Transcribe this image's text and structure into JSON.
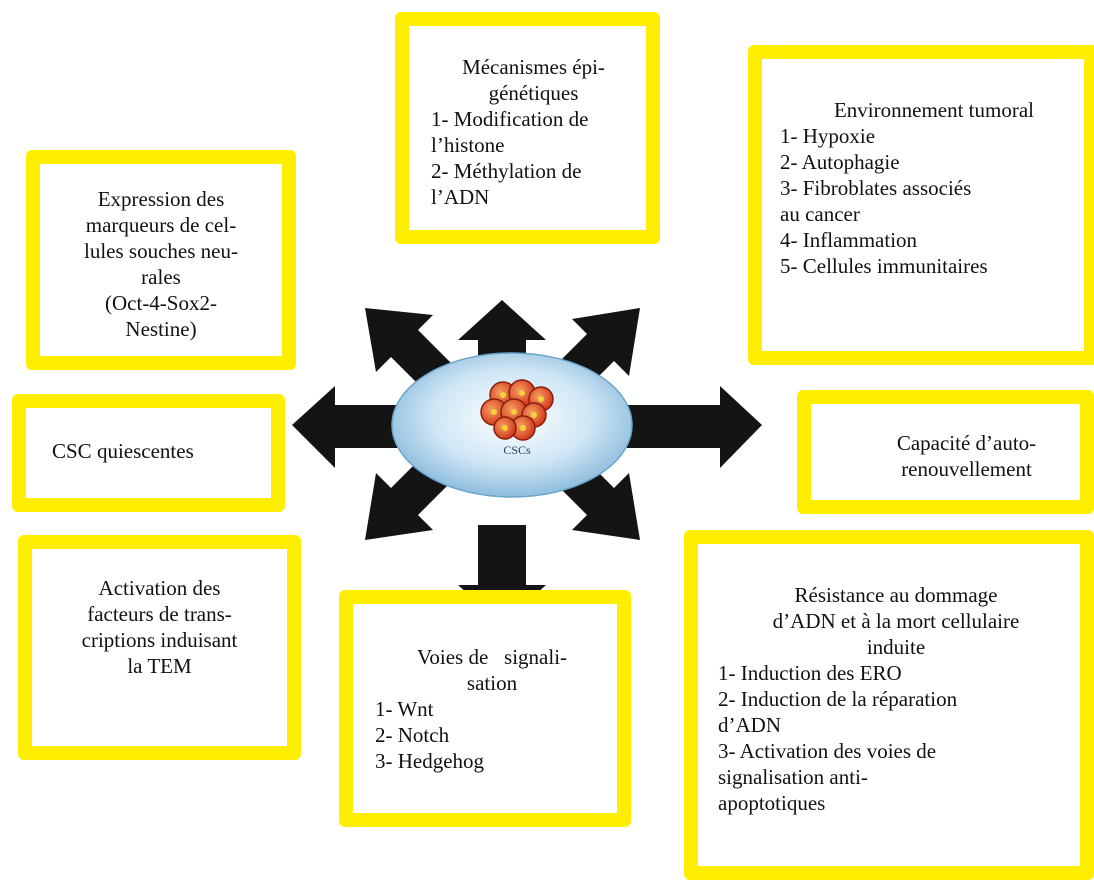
{
  "hub": {
    "label": "CSCs"
  },
  "boxes": {
    "epigenetics": {
      "lines": [
        "Mécanismes épi-",
        "génétiques",
        "1- Modification de",
        "l’histone",
        "2- Méthylation de",
        "l’ADN"
      ]
    },
    "environment": {
      "lines": [
        "Environnement tumoral",
        "1- Hypoxie",
        "2- Autophagie",
        "3- Fibroblates associés",
        "au cancer",
        "4- Inflammation",
        "5- Cellules immunitaires"
      ]
    },
    "markers": {
      "lines": [
        "Expression des",
        "marqueurs de cel-",
        "lules souches neu-",
        "rales",
        "(Oct-4-Sox2-",
        "Nestine)"
      ]
    },
    "quiescent": {
      "lines": [
        "CSC quiescentes"
      ]
    },
    "self_renewal": {
      "lines": [
        "Capacité d’auto-",
        "renouvellement"
      ]
    },
    "emt": {
      "lines": [
        "Activation des",
        "facteurs de trans-",
        "criptions induisant",
        "la TEM"
      ]
    },
    "signaling": {
      "lines": [
        "Voies de   signali-",
        "sation",
        "1- Wnt",
        "2- Notch",
        "3- Hedgehog"
      ]
    },
    "resistance": {
      "lines": [
        "Résistance au dommage",
        "d’ADN et à la mort cellulaire",
        "induite",
        "1- Induction des ERO",
        "2- Induction de la réparation",
        "d’ADN",
        "3- Activation des voies de",
        "signalisation anti-",
        "apoptotiques"
      ]
    }
  },
  "colors": {
    "box_border": "#ffee00",
    "arrow": "#141414",
    "hub_fill": "#cfe6f5",
    "cell": "#e2552a"
  }
}
